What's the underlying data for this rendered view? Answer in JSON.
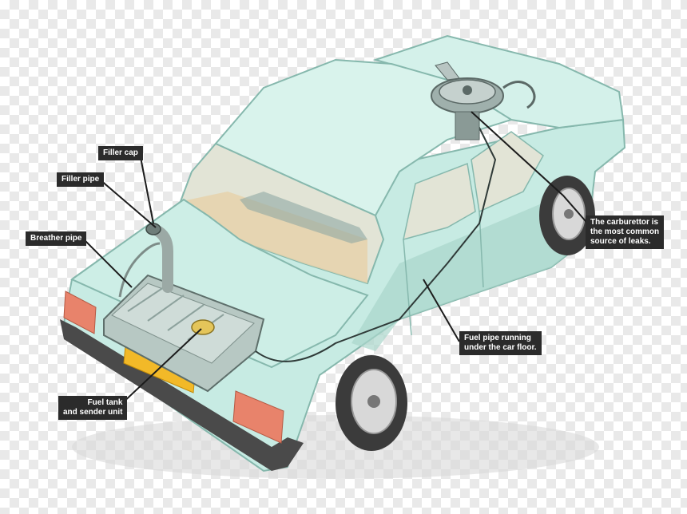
{
  "colors": {
    "body": "#c7ebe3",
    "body_shade": "#a9d6cb",
    "body_dark": "#86b8ad",
    "glass": "#e2e4d6",
    "interior": "#e6d2ac",
    "tank": "#b7c8c3",
    "plate": "#f2b928",
    "lamp": "#e8836b",
    "tyre": "#3b3b3b",
    "label_bg": "#2b2b2b",
    "leader": "#1c1c1c"
  },
  "labels": {
    "filler_cap": "Filler cap",
    "filler_pipe": "Filler pipe",
    "breather_pipe": "Breather pipe",
    "fuel_tank": [
      "Fuel tank",
      "and sender unit"
    ],
    "carburettor": [
      "The carburettor is",
      "the most common",
      "source of leaks."
    ],
    "fuel_pipe": [
      "Fuel pipe running",
      "under the car floor."
    ]
  }
}
